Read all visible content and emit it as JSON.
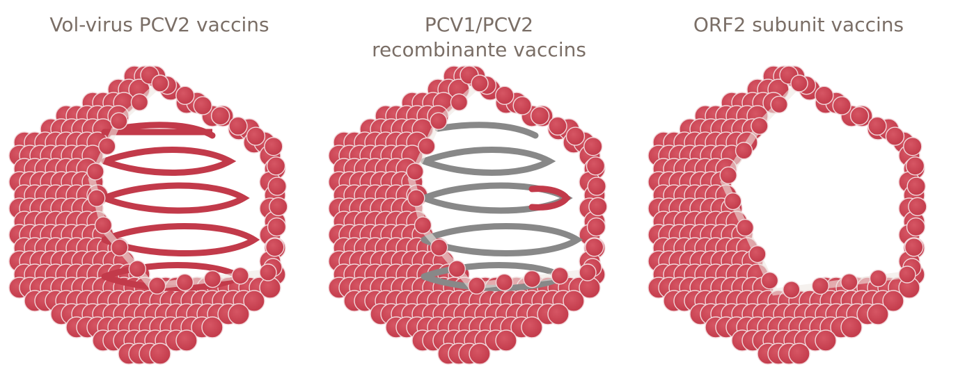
{
  "colors": {
    "capsid": "#c23a4a",
    "capsid_edge": "#f1d7da",
    "genome_pcv2": "#c23a4a",
    "genome_pcv1": "#888888",
    "title_text": "#7a6e66"
  },
  "panels": [
    {
      "title": "Vol-virus PCV2 vaccins",
      "kind": "whole-virus",
      "genome": "pcv2"
    },
    {
      "title": "PCV1/PCV2\nrecombinante vaccins",
      "kind": "chimeric",
      "genome": "pcv1-with-pcv2-segment"
    },
    {
      "title": "ORF2 subunit vaccins",
      "kind": "subunit",
      "genome": "none"
    }
  ]
}
